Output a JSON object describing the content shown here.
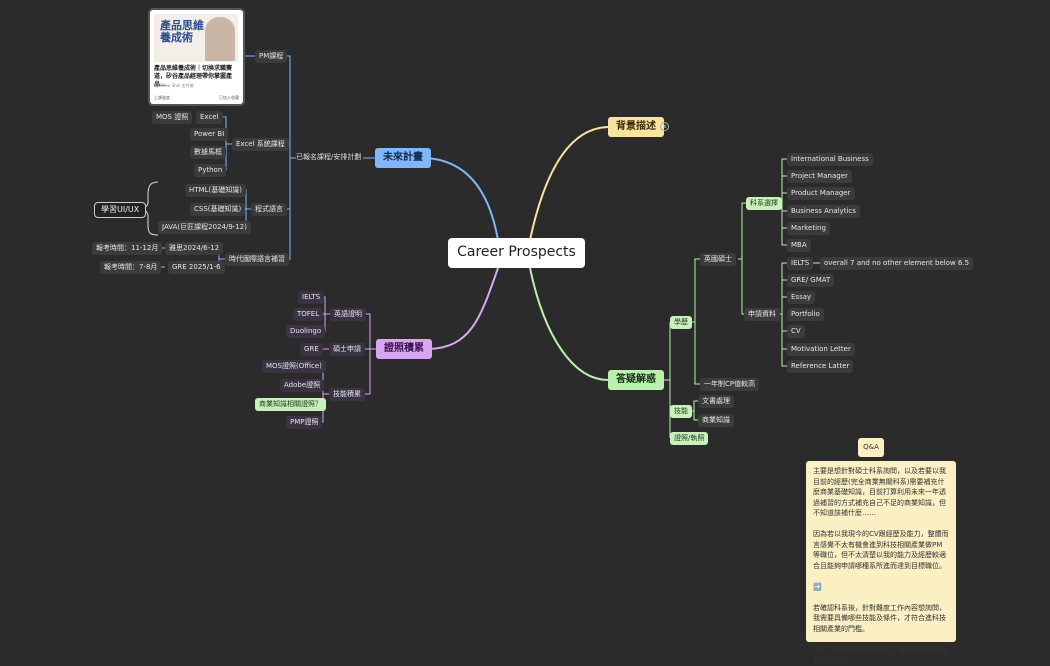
{
  "colors": {
    "blue": "#7fb6ff",
    "yellow": "#f8e3a0",
    "green": "#b9f0ad",
    "purple": "#d9a6f5",
    "node_bg": "#3b3b3b",
    "canvas_bg": "#2b2b2b"
  },
  "center": {
    "label": "Career Prospects"
  },
  "future_plan": {
    "label": "未來計畫",
    "registered": "已報名課程/安排計劃",
    "pm_course": "PM課程",
    "card": {
      "cover_title": "產品思維養成術",
      "title": "產品思維養成術｜切換求職賽道，矽谷產品經理帶你掌握產品…",
      "author": "by Olive Shih 史丹佛",
      "footer_left": "上課進度",
      "footer_right": "已加入收藏"
    },
    "excel_system": "Excel 系統課程",
    "excel_items": [
      "Excel",
      "Power BI",
      "數據馬框",
      "Python"
    ],
    "mos_cert": "MOS 證照",
    "programming": "程式語言",
    "programming_items": [
      "HTML(基礎知識)",
      "CSS(基礎知識)",
      "JAVA(巨匠課程2024/9-12)"
    ],
    "learn_ui": "學習UI/UX",
    "language_class": "時代國際語言補習",
    "ielts_course": "雅思2024/6-12",
    "ielts_exam": "報考時間：11-12月",
    "gre_course": "GRE 2025/1-6",
    "gre_exam": "報考時間：7-8月"
  },
  "certs": {
    "label": "證照積累",
    "english": "英語證明",
    "english_items": [
      "IELTS",
      "TOFEL",
      "Duolingo"
    ],
    "master_app": "碩士申請",
    "master_items": [
      "GRE"
    ],
    "skill": "技能積累",
    "skill_items": [
      "MOS證照(Office)",
      "Adobe證照",
      "商業知識相關證照？",
      "PMP證照"
    ]
  },
  "background": {
    "label": "背景描述"
  },
  "qa_branch": {
    "label": "答疑解惑",
    "education": "學歷",
    "master_en": "英國碩士",
    "program_choice": "科系選擇",
    "program_items": [
      "International Business",
      "Project Manager",
      "Product Manager",
      "Business Analytics",
      "Marketing",
      "MBA"
    ],
    "application": "申請資料",
    "application_items": [
      "IELTS",
      "GRE/ GMAT",
      "Essay",
      "Portfolio",
      "CV",
      "Motivation Letter",
      "Reference Latter"
    ],
    "ielts_note": "overall 7 and no other element below 6.5",
    "one_year": "一年制CP值較高",
    "skills": "技能",
    "skills_items": [
      "文書處理",
      "商業知識"
    ],
    "cert_jobs": "證照/執照"
  },
  "qa_note": {
    "title": "Q&A",
    "body": "主要是想針對碩士科系詢問，以及若要以我目前的經歷(完全商業無關科系)需要補充什麼商業基礎知識，目前打算利用未來一年透過補習的方式補充自己不足的商業知識，但不知道該補什麼……\n\n因為若以我現今的CV跟經歷及能力，整體而言感覺不太有機會進到科技相關產業做PM等職位，但不太清楚以我的能力及經歷較適合且能夠申請哪種系所進而達到目標職位。\n\n➡️\n\n若確認科系後，針對難度工作內容想詢問，我需要具備哪些技能及條件，才符合進科技相關產業的門檻。\n\n除了文書處理的MOS證照，觀說商業知識也有相關證照？"
  }
}
